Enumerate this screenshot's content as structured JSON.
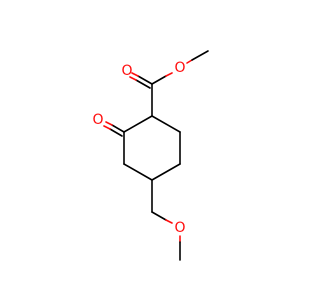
{
  "molecule": {
    "atoms": {
      "carbonyl_oxygen_ester": "O",
      "ether_oxygen_ester": "O",
      "ketone_oxygen": "O",
      "methoxy_oxygen": "O"
    },
    "colors": {
      "bond": "#000000",
      "oxygen": "#ff0d0d",
      "background": "#ffffff"
    }
  }
}
